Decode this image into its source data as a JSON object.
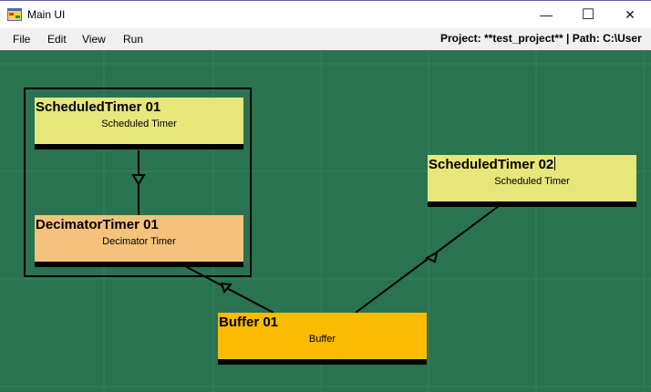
{
  "window": {
    "title": "Main UI",
    "minimize_glyph": "—",
    "maximize_glyph": "☐",
    "close_glyph": "✕"
  },
  "menu": {
    "items": [
      "File",
      "Edit",
      "View",
      "Run"
    ]
  },
  "status": {
    "text": "Project: **test_project**  |  Path: C:\\User"
  },
  "nodes": [
    {
      "title": "ScheduledTimer  01",
      "subtitle": "Scheduled Timer",
      "color": "#e6e67a"
    },
    {
      "title": "DecimatorTimer  01",
      "subtitle": "Decimator Timer",
      "color": "#f5c27c"
    },
    {
      "title": "ScheduledTimer  02",
      "subtitle": "Scheduled Timer",
      "color": "#e6e67a"
    },
    {
      "title": "Buffer  01",
      "subtitle": "Buffer",
      "color": "#fbbb00"
    }
  ],
  "colors": {
    "canvas": "#2a7350",
    "grid": "#37805e",
    "link": "#000000",
    "arrow_fill": "#2a7350"
  }
}
